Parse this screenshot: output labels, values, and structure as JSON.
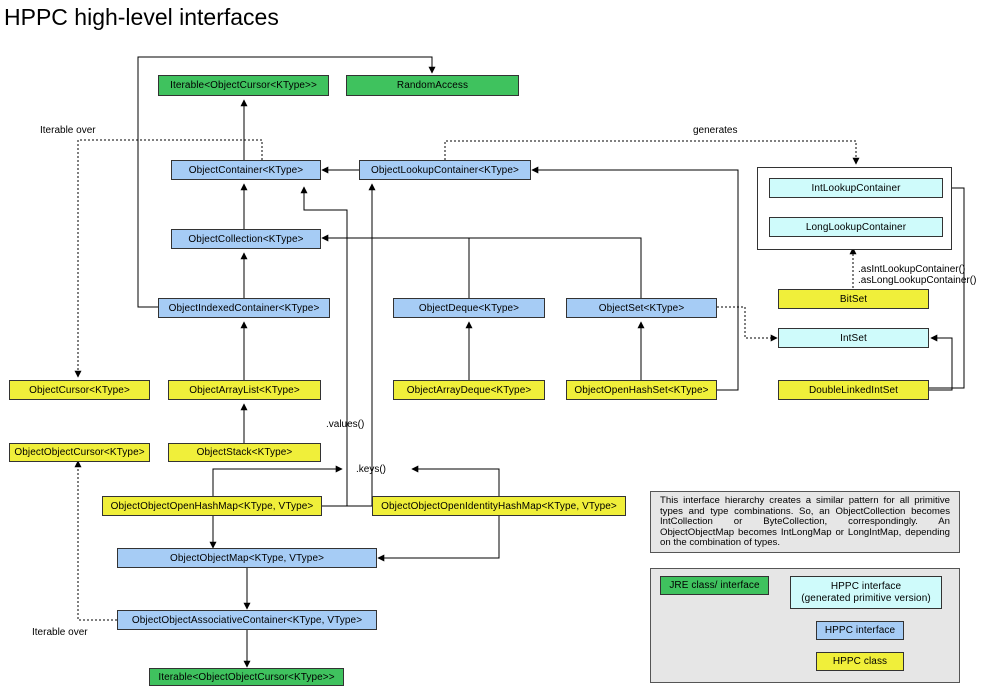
{
  "title": "HPPC high-level interfaces",
  "colors": {
    "jre": "#3fc25e",
    "hppc_interface": "#a6ccf5",
    "hppc_class": "#f0ef3a",
    "primitive": "#cffbfb",
    "note_bg": "#e6e6e6"
  },
  "nodes": {
    "iterable_object_cursor": "Iterable<ObjectCursor<KType>>",
    "random_access": "RandomAccess",
    "object_container": "ObjectContainer<KType>",
    "object_lookup_container": "ObjectLookupContainer<KType>",
    "object_collection": "ObjectCollection<KType>",
    "object_indexed_container": "ObjectIndexedContainer<KType>",
    "object_deque": "ObjectDeque<KType>",
    "object_set": "ObjectSet<KType>",
    "object_cursor": "ObjectCursor<KType>",
    "object_array_list": "ObjectArrayList<KType>",
    "object_array_deque": "ObjectArrayDeque<KType>",
    "object_open_hash_set": "ObjectOpenHashSet<KType>",
    "object_object_cursor": "ObjectObjectCursor<KType>",
    "object_stack": "ObjectStack<KType>",
    "object_object_open_hash_map": "ObjectObjectOpenHashMap<KType, VType>",
    "object_object_open_identity_hash_map": "ObjectObjectOpenIdentityHashMap<KType, VType>",
    "object_object_map": "ObjectObjectMap<KType, VType>",
    "object_object_associative_container": "ObjectObjectAssociativeContainer<KType, VType>",
    "iterable_object_object_cursor": "Iterable<ObjectObjectCursor<KType>>",
    "int_lookup_container": "IntLookupContainer",
    "long_lookup_container": "LongLookupContainer",
    "bitset": "BitSet",
    "intset": "IntSet",
    "double_linked_int_set": "DoubleLinkedIntSet"
  },
  "edge_labels": {
    "iterable_over_top": "Iterable over",
    "iterable_over_bottom": "Iterable over",
    "generates": "generates",
    "values": ".values()",
    "keys": ".keys()",
    "as_int_lookup": ".asIntLookupContainer()",
    "as_long_lookup": ".asLongLookupContainer()"
  },
  "note": "This interface hierarchy creates a similar pattern for all primitive types and type combinations. So, an ObjectCollection becomes IntCollection or ByteCollection, correspondingly. An ObjectObjectMap becomes IntLongMap or LongIntMap, depending on the combination of types.",
  "legend": {
    "jre": "JRE class/ interface",
    "primitive_line1": "HPPC interface",
    "primitive_line2": "(generated primitive version)",
    "hppc_interface": "HPPC interface",
    "hppc_class": "HPPC class"
  }
}
